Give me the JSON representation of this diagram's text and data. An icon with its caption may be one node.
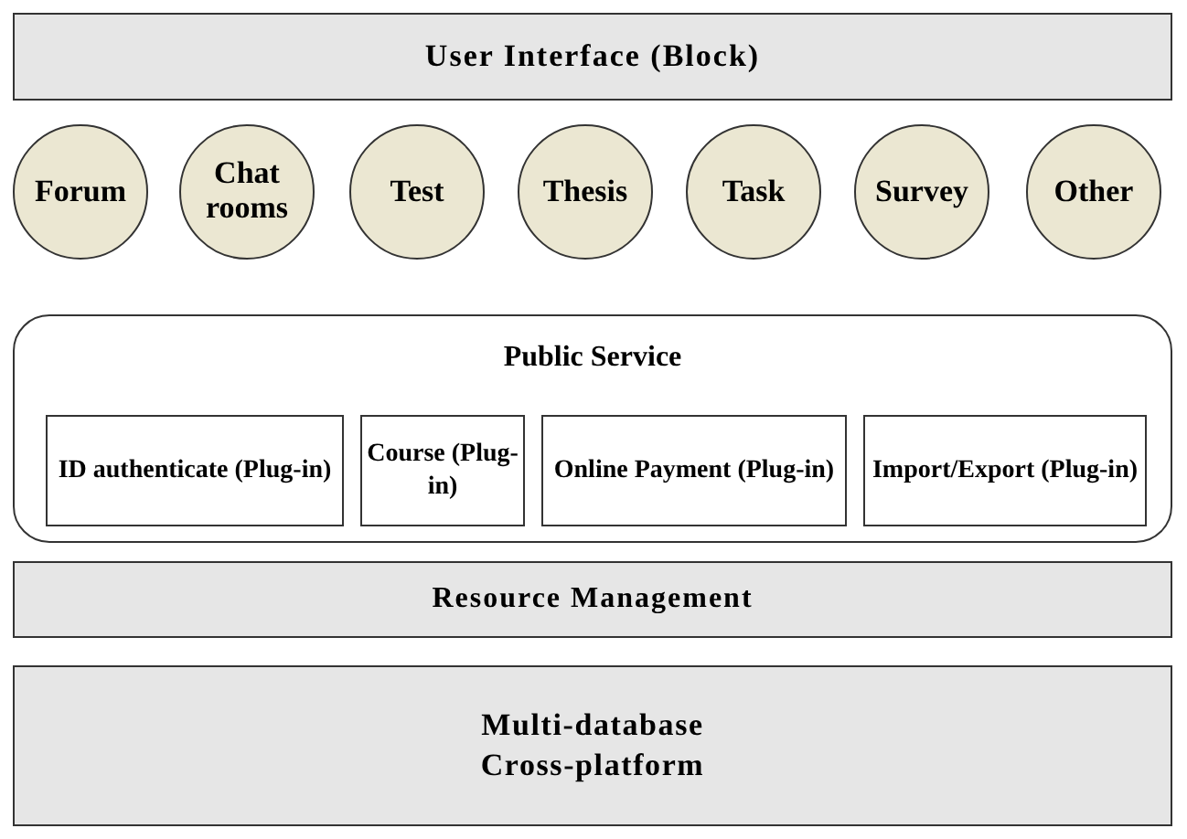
{
  "diagram": {
    "nodes": [
      {
        "text": [
          "User Interface (Block)"
        ]
      },
      {
        "text": [
          "Forum"
        ]
      },
      {
        "text": [
          "Chat rooms"
        ]
      },
      {
        "text": [
          "Test"
        ]
      },
      {
        "text": [
          "Thesis"
        ]
      },
      {
        "text": [
          "Task"
        ]
      },
      {
        "text": [
          "Survey"
        ]
      },
      {
        "text": [
          "Other"
        ]
      },
      {
        "text": [
          "Public Service"
        ]
      },
      {
        "text": [
          "ID authenticate (Plug-in)"
        ],
        "in": 8
      },
      {
        "text": [
          "Course (Plug-in)"
        ],
        "in": 8
      },
      {
        "text": [
          "Online Payment (Plug-in)"
        ],
        "in": 8
      },
      {
        "text": [
          "Import/Export (Plug-in)"
        ],
        "in": 8
      },
      {
        "text": [
          "Resource Management"
        ]
      },
      {
        "text": [
          "Multi-database",
          "Cross-platform"
        ]
      }
    ]
  }
}
